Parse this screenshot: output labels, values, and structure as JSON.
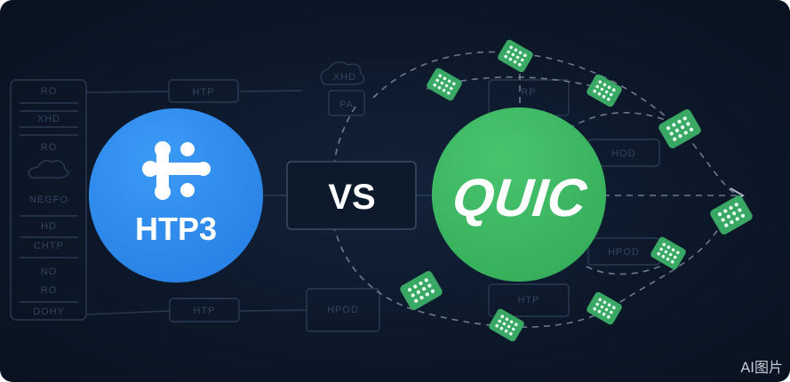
{
  "left_logo": {
    "label": "HTP3",
    "color": "#2f8ff0",
    "icon": "plus-dots-icon"
  },
  "vs_label": "VS",
  "right_logo": {
    "label": "QUIC",
    "color": "#3dbb63"
  },
  "background_labels": {
    "left_panel": [
      "RO",
      "XHD",
      "RO",
      "NEGFO",
      "HD",
      "CHTP",
      "NO",
      "RO",
      "DOHY"
    ],
    "top_box": "HTP",
    "bottom_box": "HTP",
    "cloud": "XHD",
    "server": "PA",
    "right_top_box": "RP",
    "right_mid_box": "HOD",
    "right_lower_box": "HPOD",
    "right_bottom_box": "HTP",
    "bottom_center_box": "HPOD"
  },
  "packet_icon": "data-packet-icon",
  "packet_color": "#3aa865",
  "background_color": "#0c1728",
  "watermark": "AI图片"
}
